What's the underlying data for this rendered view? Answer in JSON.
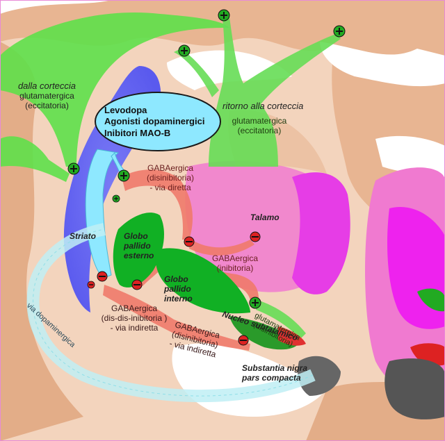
{
  "labels": {
    "from_cortex": "dalla corteccia",
    "from_cortex_type": "glutamatergica",
    "from_cortex_effect": "(eccitatoria)",
    "return_cortex": "ritorno alla corteccia",
    "return_cortex_type": "glutamatergica",
    "return_cortex_effect": "(eccitatoria)",
    "drug_1": "Levodopa",
    "drug_2": "Agonisti dopaminergici",
    "drug_3": "Inibitori MAO-B",
    "gaba_direct_1": "GABAergica",
    "gaba_direct_2": "(disinibitoria)",
    "gaba_direct_3": "- via diretta",
    "talamo": "Talamo",
    "striato": "Striato",
    "globo_esterno_1": "Globo",
    "globo_esterno_2": "pallido",
    "globo_esterno_3": "esterno",
    "gaba_inib_1": "GABAergica",
    "gaba_inib_2": "(inibitoria)",
    "globo_interno_1": "Globo",
    "globo_interno_2": "pallido",
    "globo_interno_3": "interno",
    "glut_dis_1": "glutamatergica",
    "glut_dis_2": "(disinibitoria)",
    "gaba_dis_dis_1": "GABAergica",
    "gaba_dis_dis_2": "(dis-dis-inibitoria )",
    "gaba_dis_dis_3": "- via indiretta",
    "gaba_indir_1": "GABAergica",
    "gaba_indir_2": "(disinibitoria)",
    "gaba_indir_3": "- via indiretta",
    "nucleo": "Nucleo subtalamico",
    "substantia_1": "Substantia nigra",
    "substantia_2": "pars compacta",
    "via_dopa": "via dopaminergica"
  },
  "colors": {
    "brain_tissue": "#e8b592",
    "excitatory_green": "#5ee04a",
    "inhibitory_red": "#f07a6a",
    "striatum_blue": "#6a6af0",
    "drug_cyan": "#8ee8ff",
    "thalamus_pink": "#f07ad0",
    "magenta": "#ee22ee",
    "pallidum_green": "#11b024",
    "substantia_dark": "#555555"
  },
  "icons": {
    "plus": "plus-circle-icon",
    "minus": "minus-circle-icon"
  }
}
